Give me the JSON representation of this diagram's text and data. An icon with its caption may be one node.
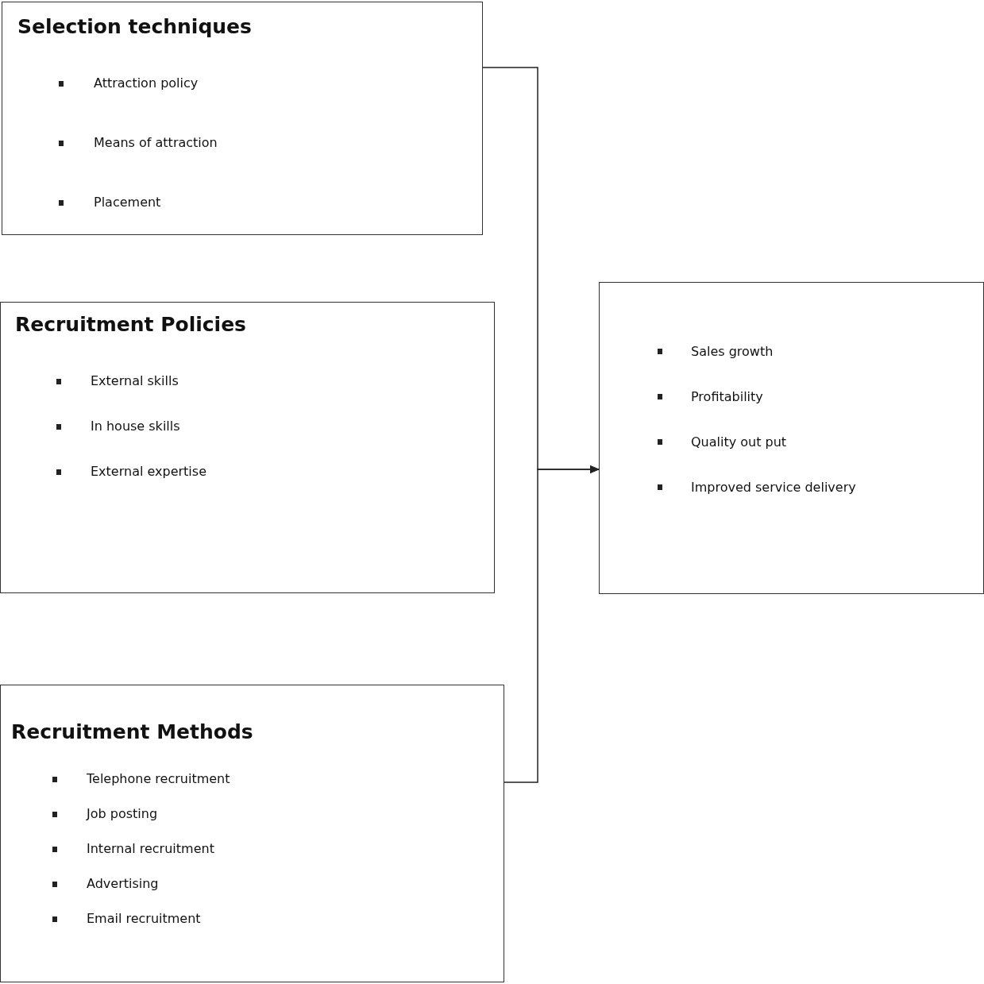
{
  "diagram": {
    "nodes": [
      {
        "text": [
          "Selection techniques",
          "Attraction policy",
          "Means of attraction",
          "Placement"
        ]
      },
      {
        "text": [
          "Recruitment Policies",
          "External skills",
          "In house skills",
          "External expertise"
        ]
      },
      {
        "text": [
          "Recruitment Methods",
          "Telephone recruitment",
          "Job posting",
          "Internal recruitment",
          "Advertising",
          "Email recruitment"
        ]
      },
      {
        "text": [
          "Sales growth",
          "Profitability",
          "Quality out put",
          "Improved service delivery"
        ]
      }
    ],
    "edges": [
      {
        "from": 0,
        "to": 3,
        "arrow": "to"
      },
      {
        "from": 2,
        "to": 3,
        "arrow": "to"
      }
    ]
  }
}
